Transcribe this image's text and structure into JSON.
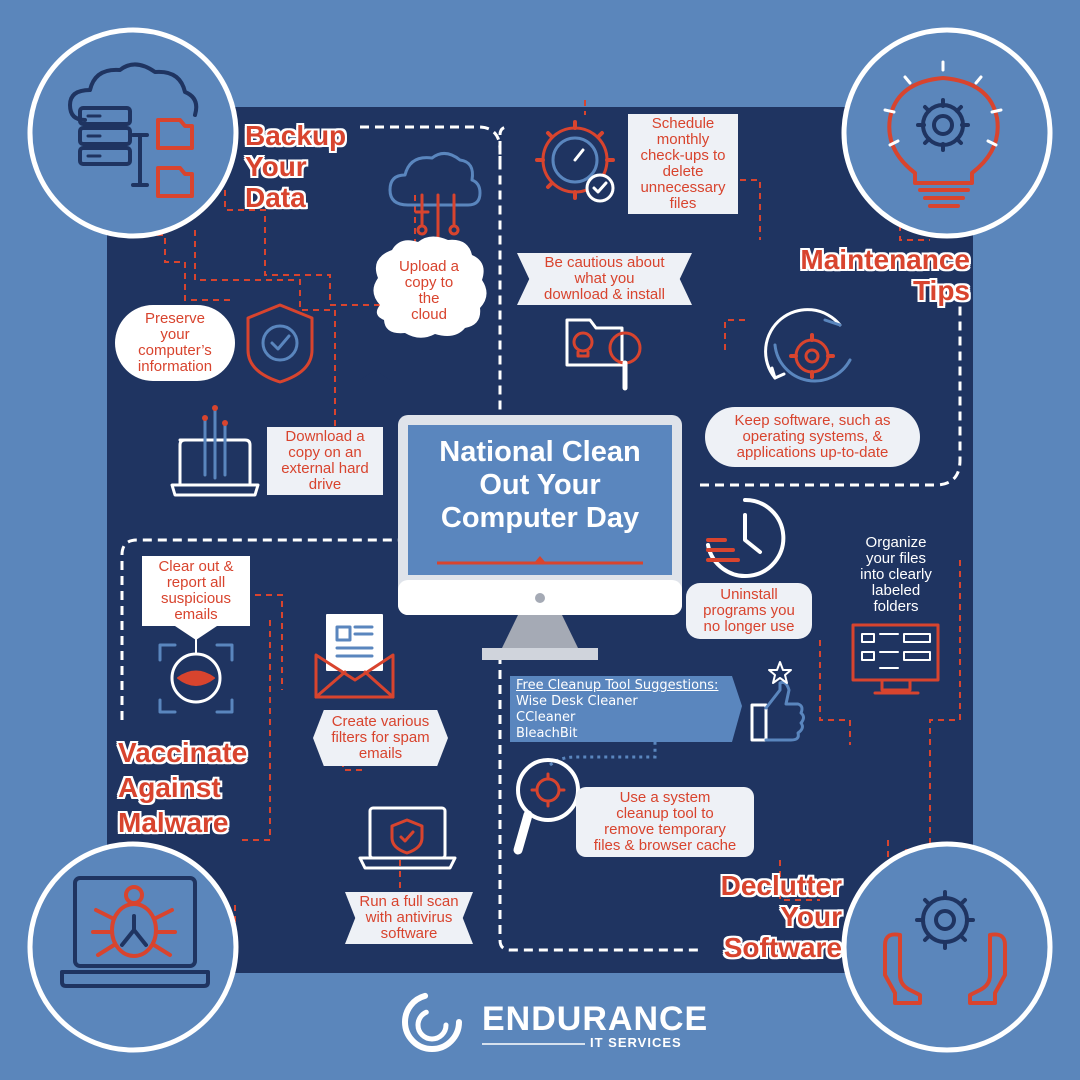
{
  "main_title": [
    "National Clean",
    "Out Your",
    "Computer Day"
  ],
  "sections": {
    "backup": [
      "Backup",
      "Your",
      "Data"
    ],
    "maintenance": [
      "Maintenance",
      "Tips"
    ],
    "malware": [
      "Vaccinate",
      "Against",
      "Malware"
    ],
    "declutter": [
      "Declutter",
      "Your",
      "Software"
    ]
  },
  "tips": {
    "preserve": [
      "Preserve",
      "your",
      "computer’s",
      "information"
    ],
    "upload": [
      "Upload a",
      "copy to",
      "the",
      "cloud"
    ],
    "download": [
      "Download a",
      "copy on an",
      "external hard",
      "drive"
    ],
    "schedule": [
      "Schedule",
      "monthly",
      "check-ups to",
      "delete",
      "unnecessary",
      "files"
    ],
    "cautious": [
      "Be cautious about",
      "what you",
      "download & install"
    ],
    "keep_updated": [
      "Keep software, such as",
      "operating systems, &",
      "applications up-to-date"
    ],
    "clear_emails": [
      "Clear out &",
      "report all",
      "suspicious",
      "emails"
    ],
    "filters": [
      "Create various",
      "filters for spam",
      "emails"
    ],
    "scan": [
      "Run a full scan",
      "with antivirus",
      "software"
    ],
    "organize": [
      "Organize",
      "your files",
      "into clearly",
      "labeled",
      "folders"
    ],
    "uninstall": [
      "Uninstall",
      "programs you",
      "no longer use"
    ],
    "cleanup_tool": [
      "Use a system",
      "cleanup tool to",
      "remove temporary",
      "files & browser cache"
    ]
  },
  "tool_suggestions": {
    "heading": "Free Cleanup Tool Suggestions:",
    "items": [
      "Wise Desk Cleaner",
      "CCleaner",
      "BleachBit"
    ]
  },
  "logo": {
    "name": "ENDURANCE",
    "sub": "IT SERVICES"
  },
  "icons": [
    "cloud-server-icon",
    "lightbulb-gear-icon",
    "laptop-bug-icon",
    "hands-gear-icon",
    "cloud-network-icon",
    "shield-check-icon",
    "laptop-data-icon",
    "gear-clock-icon",
    "folder-skull-icon",
    "refresh-gear-icon",
    "face-scan-icon",
    "envelope-icon",
    "laptop-shield-icon",
    "clock-icon",
    "thumbs-up-icon",
    "magnifier-gear-icon",
    "dashboard-monitor-icon",
    "computer-monitor-icon"
  ],
  "colors": {
    "page_bg": "#5b86bb",
    "panel_bg": "#1f3461",
    "accent_red": "#d8442e",
    "box_bg": "#eef1f6",
    "screen_blue": "#5a86be"
  }
}
